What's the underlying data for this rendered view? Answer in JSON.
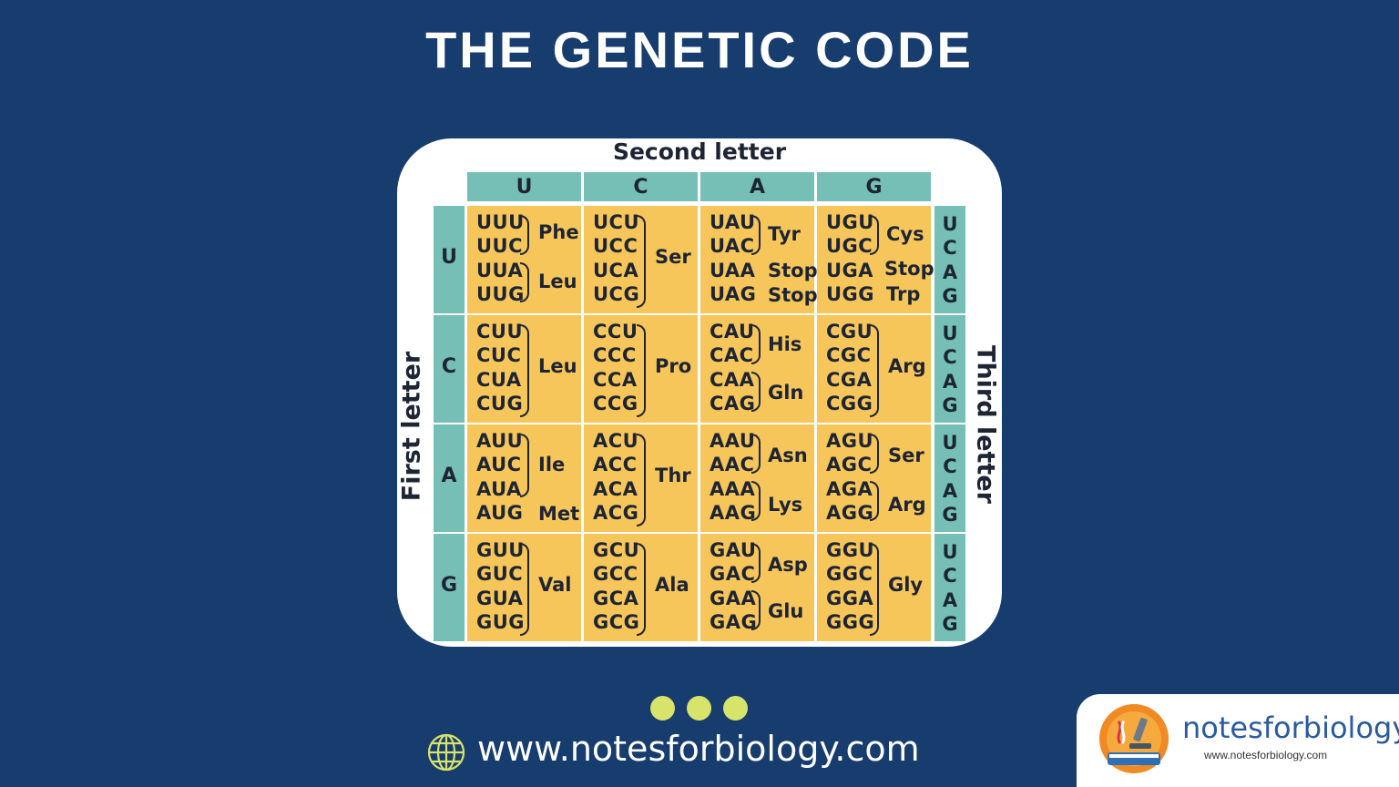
{
  "title": "THE GENETIC CODE",
  "second_letter_label": "Second letter",
  "first_letter_label": "First letter",
  "third_letter_label": "Third letter",
  "bases": [
    "U",
    "C",
    "A",
    "G"
  ],
  "third_bases": [
    "U",
    "C",
    "A",
    "G"
  ],
  "table": [
    [
      {
        "codons": [
          "UUU",
          "UUC",
          "UUA",
          "UUG"
        ],
        "aa": [
          {
            "name": "Phe"
          },
          {
            "name": "Leu"
          }
        ]
      },
      {
        "codons": [
          "UCU",
          "UCC",
          "UCA",
          "UCG"
        ],
        "aa": [
          {
            "name": "Ser"
          }
        ]
      },
      {
        "codons": [
          "UAU",
          "UAC",
          "UAA",
          "UAG"
        ],
        "aa": [
          {
            "name": "Tyr"
          },
          {
            "name": "Stop"
          },
          {
            "name": "Stop"
          }
        ]
      },
      {
        "codons": [
          "UGU",
          "UGC",
          "UGA",
          "UGG"
        ],
        "aa": [
          {
            "name": "Cys"
          },
          {
            "name": "Stop"
          },
          {
            "name": "Trp"
          }
        ]
      }
    ],
    [
      {
        "codons": [
          "CUU",
          "CUC",
          "CUA",
          "CUG"
        ],
        "aa": [
          {
            "name": "Leu"
          }
        ]
      },
      {
        "codons": [
          "CCU",
          "CCC",
          "CCA",
          "CCG"
        ],
        "aa": [
          {
            "name": "Pro"
          }
        ]
      },
      {
        "codons": [
          "CAU",
          "CAC",
          "CAA",
          "CAG"
        ],
        "aa": [
          {
            "name": "His"
          },
          {
            "name": "Gln"
          }
        ]
      },
      {
        "codons": [
          "CGU",
          "CGC",
          "CGA",
          "CGG"
        ],
        "aa": [
          {
            "name": "Arg"
          }
        ]
      }
    ],
    [
      {
        "codons": [
          "AUU",
          "AUC",
          "AUA",
          "AUG"
        ],
        "aa": [
          {
            "name": "Ile"
          },
          {
            "name": "Met"
          }
        ]
      },
      {
        "codons": [
          "ACU",
          "ACC",
          "ACA",
          "ACG"
        ],
        "aa": [
          {
            "name": "Thr"
          }
        ]
      },
      {
        "codons": [
          "AAU",
          "AAC",
          "AAA",
          "AAG"
        ],
        "aa": [
          {
            "name": "Asn"
          },
          {
            "name": "Lys"
          }
        ]
      },
      {
        "codons": [
          "AGU",
          "AGC",
          "AGA",
          "AGG"
        ],
        "aa": [
          {
            "name": "Ser"
          },
          {
            "name": "Arg"
          }
        ]
      }
    ],
    [
      {
        "codons": [
          "GUU",
          "GUC",
          "GUA",
          "GUG"
        ],
        "aa": [
          {
            "name": "Val"
          }
        ]
      },
      {
        "codons": [
          "GCU",
          "GCC",
          "GCA",
          "GCG"
        ],
        "aa": [
          {
            "name": "Ala"
          }
        ]
      },
      {
        "codons": [
          "GAU",
          "GAC",
          "GAA",
          "GAG"
        ],
        "aa": [
          {
            "name": "Asp"
          },
          {
            "name": "Glu"
          }
        ]
      },
      {
        "codons": [
          "GGU",
          "GGC",
          "GGA",
          "GGG"
        ],
        "aa": [
          {
            "name": "Gly"
          }
        ]
      }
    ]
  ],
  "footer": {
    "url": "www.notesforbiology.com",
    "globe_icon": "globe-icon"
  },
  "logo": {
    "brand_text": "notesforbiology",
    "sub_text": "www.notesforbiology.com"
  },
  "colors": {
    "background": "#173c6e",
    "header_cells": "#75bfb6",
    "codon_cells": "#f7c65a",
    "dots": "#d7e36a"
  }
}
